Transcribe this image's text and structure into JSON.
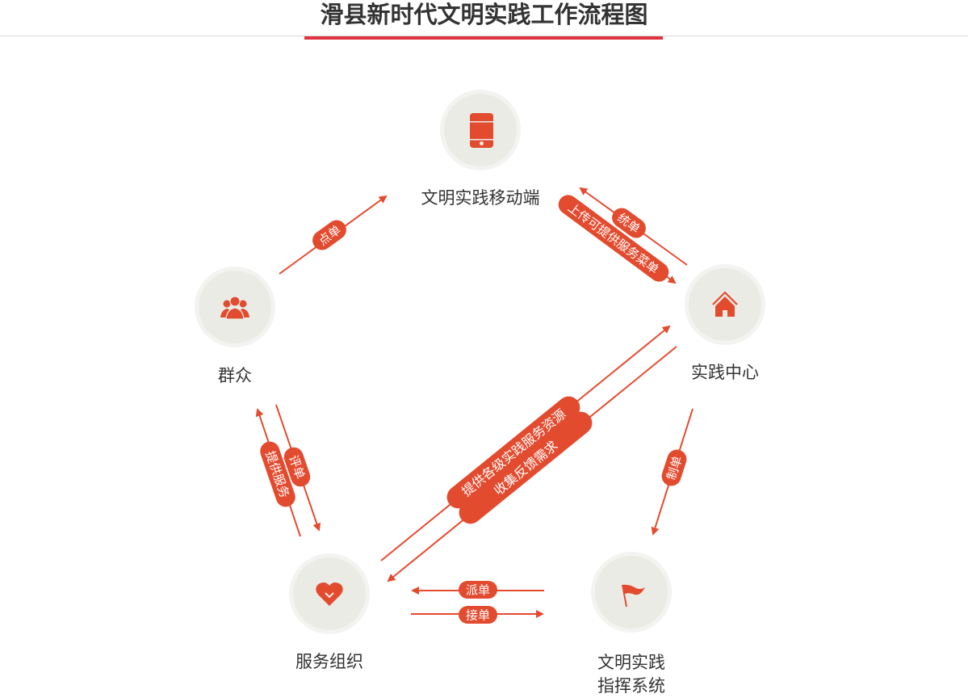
{
  "title": "滑县新时代文明实践工作流程图",
  "colors": {
    "accent": "#e34b2f",
    "title_underline": "#e1333f",
    "node_bg": "#ebebe6",
    "node_ring": "#f3f3f1",
    "text": "#333333"
  },
  "nodes": {
    "mobile": {
      "label": "文明实践移动端",
      "icon": "mobile-phone-icon"
    },
    "masses": {
      "label": "群众",
      "icon": "people-group-icon"
    },
    "center": {
      "label": "实践中心",
      "icon": "house-icon"
    },
    "service": {
      "label": "服务组织",
      "icon": "heart-icon"
    },
    "command": {
      "label_line1": "文明实践",
      "label_line2": "指挥系统",
      "icon": "flag-icon"
    }
  },
  "edges": {
    "masses_to_mobile": "点单",
    "center_to_mobile": "统单",
    "mobile_to_center": "上传可提供服务菜单",
    "center_to_command": "制单",
    "command_to_service": "派单",
    "service_to_command": "接单",
    "service_to_masses": "提供服务",
    "masses_to_service": "评单",
    "service_to_center": "提供各级实践服务资源",
    "center_to_service": "收集反馈需求"
  }
}
